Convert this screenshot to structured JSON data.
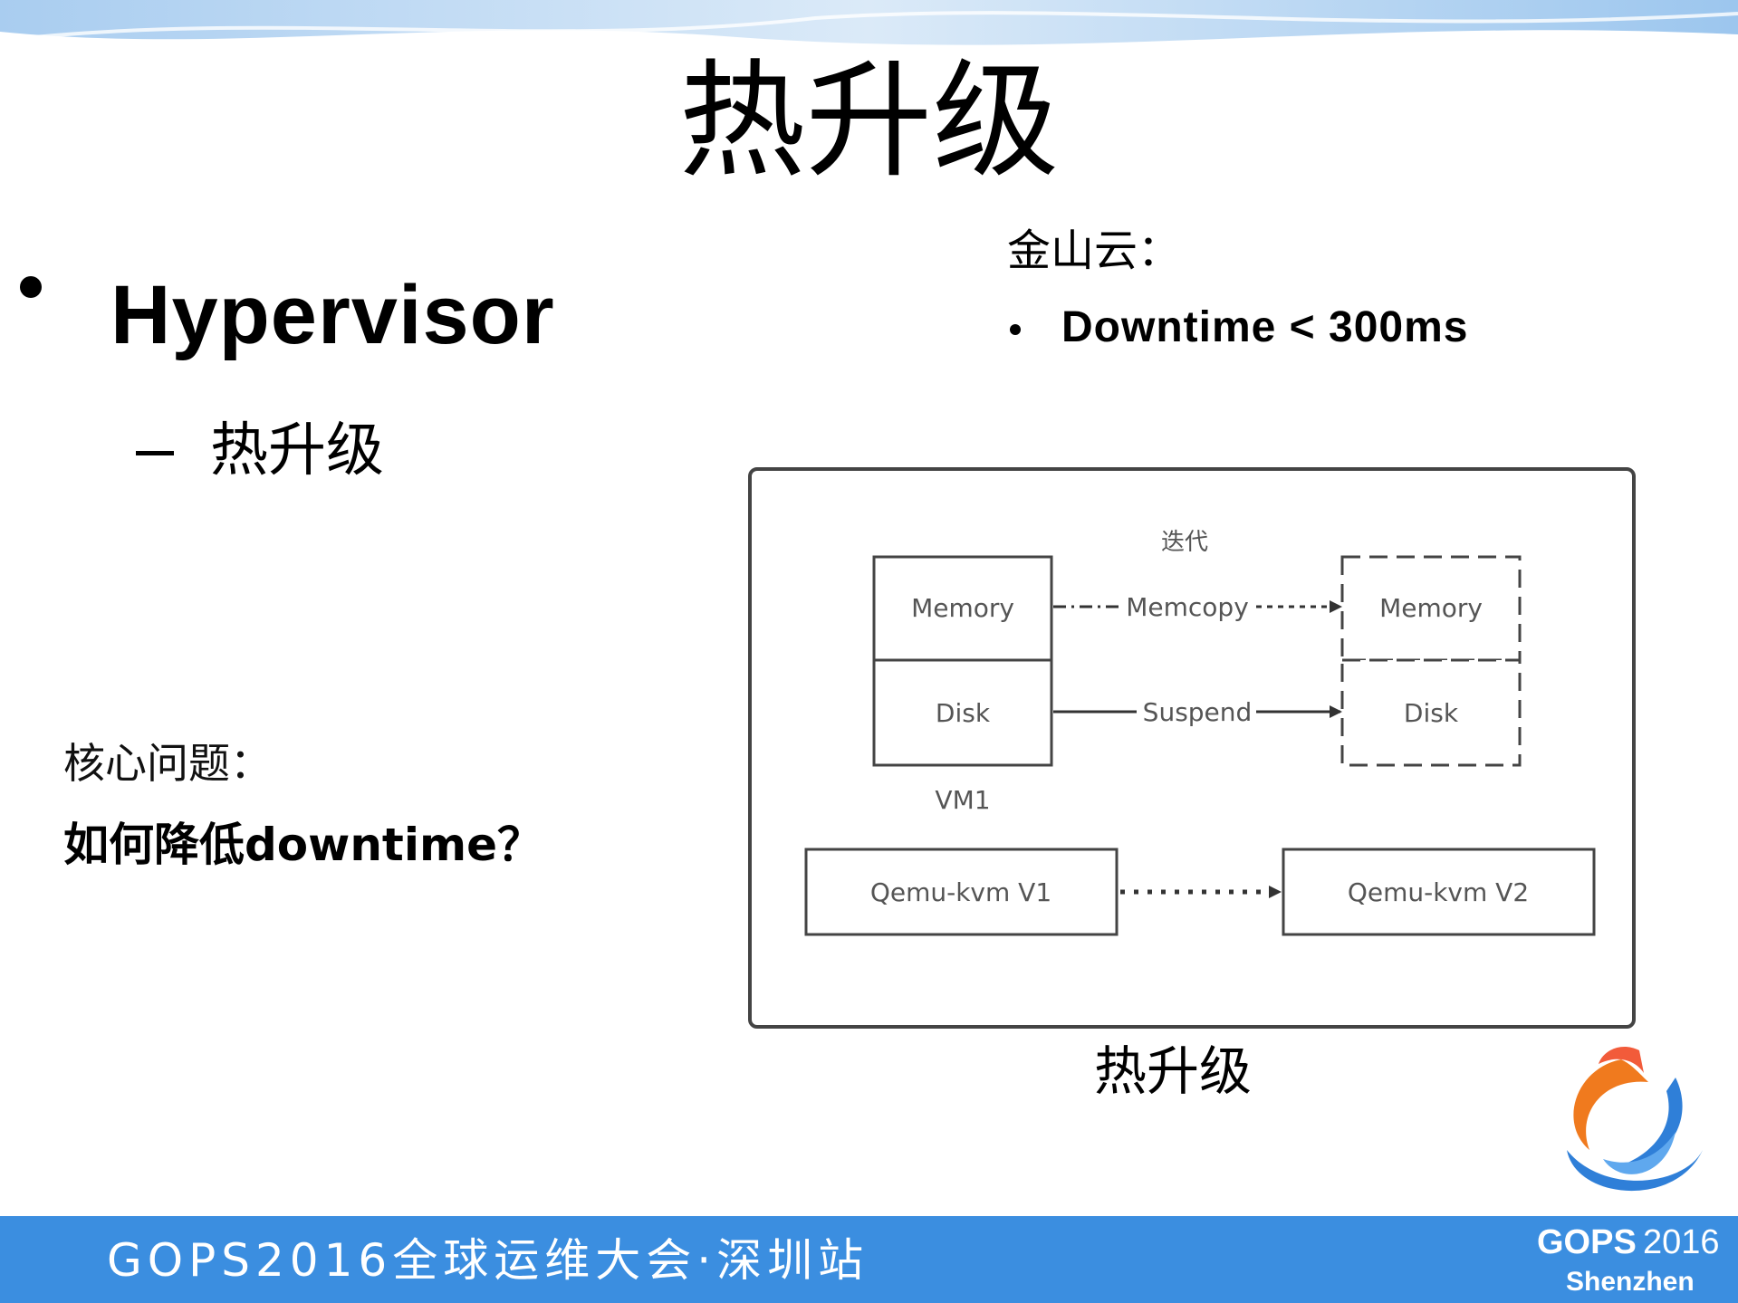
{
  "title": "热升级",
  "main_bullet": "Hypervisor",
  "sub_bullet": "热升级",
  "core_question_label": "核心问题：",
  "core_question": "如何降低downtime？",
  "kingsoft": {
    "label": "金山云：",
    "bullet": "Downtime < 300ms"
  },
  "diagram": {
    "iterate_label": "迭代",
    "vm1_memory": "Memory",
    "vm1_disk": "Disk",
    "vm1_label": "VM1",
    "memcopy_label": "Memcopy",
    "suspend_label": "Suspend",
    "vm2_memory": "Memory",
    "vm2_disk": "Disk",
    "qemu_v1": "Qemu-kvm V1",
    "qemu_v2": "Qemu-kvm V2"
  },
  "diagram_caption": "热升级",
  "footer": {
    "event": "GOPS2016全球运维大会·深圳站",
    "brand": "GOPS",
    "year": "2016",
    "city": "Shenzhen"
  },
  "colors": {
    "footer_bg": "#3b8ee0",
    "logo_orange": "#f07a1e",
    "logo_blue": "#2f7fd8"
  }
}
